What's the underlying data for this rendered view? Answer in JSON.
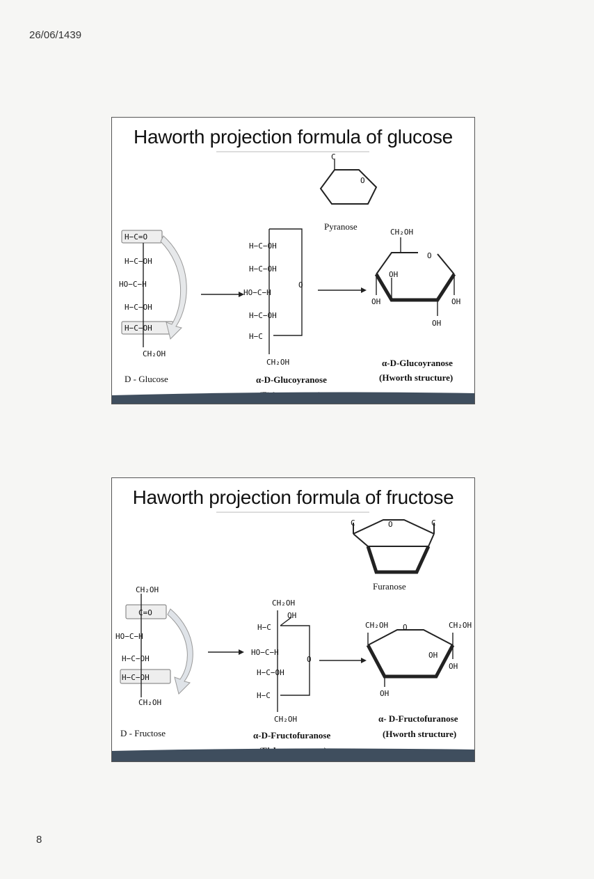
{
  "page": {
    "date": "26/06/1439",
    "number": "8"
  },
  "glucose_slide": {
    "title": "Haworth projection formula of glucose",
    "pyranose": {
      "c": "C",
      "o": "O",
      "label": "Pyranose"
    },
    "d_glucose": {
      "rows": [
        "H−C=O",
        "H−C−OH",
        "HO−C−H",
        "H−C−OH",
        "H−C−OH",
        "CH₂OH"
      ],
      "caption": "D - Glucose"
    },
    "fisher": {
      "rows": [
        "H−C−OH",
        "H−C−OH",
        "HO−C−H",
        "H−C−OH",
        "H−C",
        "CH₂OH"
      ],
      "ring_o": "O",
      "caption_line1": "α-D-Glucoyranose",
      "caption_line2": "(Fisher structure)"
    },
    "haworth": {
      "ch2oh": "CH₂OH",
      "o": "O",
      "oh_inner": "OH",
      "oh_left": "OH",
      "oh_right": "OH",
      "oh_bottom": "OH",
      "caption_line1": "α-D-Glucoyranose",
      "caption_line2": "(Hworth structure)"
    }
  },
  "fructose_slide": {
    "title": "Haworth projection formula of fructose",
    "furanose": {
      "c_left": "C",
      "o": "O",
      "c_right": "C",
      "label": "Furanose"
    },
    "d_fructose": {
      "rows": [
        "CH₂OH",
        "C=O",
        "HO−C−H",
        "H−C−OH",
        "H−C−OH",
        "CH₂OH"
      ],
      "caption": "D - Fructose"
    },
    "fisher": {
      "rows": [
        "CH₂OH",
        "OH",
        "H−C",
        "HO−C−H",
        "H−C−OH",
        "H−C",
        "CH₂OH"
      ],
      "ring_o": "O",
      "caption_line1": "α-D-Fructofuranose",
      "caption_line2": "(Fisher structure)"
    },
    "haworth": {
      "ch2oh_left": "CH₂OH",
      "o": "O",
      "ch2oh_right": "CH₂OH",
      "oh_inner": "OH",
      "oh_right": "OH",
      "oh_bottom": "OH",
      "caption_line1": "α- D-Fructofuranose",
      "caption_line2": "(Hworth structure)"
    }
  }
}
